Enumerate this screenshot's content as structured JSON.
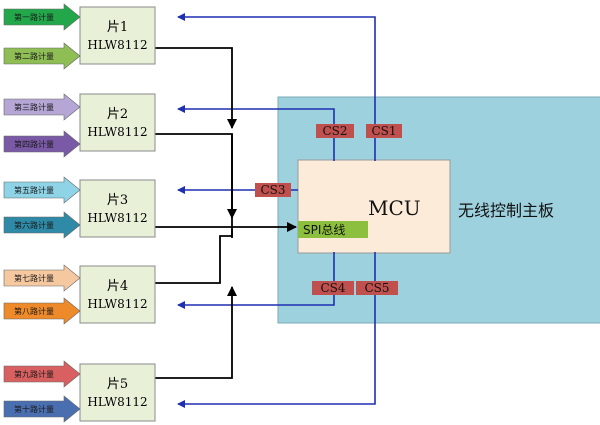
{
  "chips": [
    {
      "line1": "片1",
      "line2": "HLW8112"
    },
    {
      "line1": "片2",
      "line2": "HLW8112"
    },
    {
      "line1": "片3",
      "line2": "HLW8112"
    },
    {
      "line1": "片4",
      "line2": "HLW8112"
    },
    {
      "line1": "片5",
      "line2": "HLW8112"
    }
  ],
  "inputs": [
    {
      "label": "第一路计量",
      "color": "#22a84a"
    },
    {
      "label": "第二路计量",
      "color": "#8fbe55"
    },
    {
      "label": "第三路计量",
      "color": "#b6a6d6"
    },
    {
      "label": "第四路计量",
      "color": "#7a5aa6"
    },
    {
      "label": "第五路计量",
      "color": "#8ed3e6"
    },
    {
      "label": "第六路计量",
      "color": "#2e8aa6"
    },
    {
      "label": "第七路计量",
      "color": "#f6c8a0"
    },
    {
      "label": "第八路计量",
      "color": "#ee8a2a"
    },
    {
      "label": "第九路计量",
      "color": "#d96060"
    },
    {
      "label": "第十路计量",
      "color": "#4a6fb0"
    }
  ],
  "board": {
    "label": "无线控制主板",
    "color": "#9dd1de"
  },
  "mcu": {
    "label": "MCU",
    "spi_label": "SPI总线"
  },
  "chip_selects": [
    "CS1",
    "CS2",
    "CS3",
    "CS4",
    "CS5"
  ],
  "colors": {
    "chip_fill": "#e9f0d8",
    "mcu_fill": "#fdebd9",
    "cs_fill": "#c0504d",
    "spi_fill": "#8dbf3e",
    "cs_line": "#1f2fb0",
    "bus_line": "#000000"
  }
}
